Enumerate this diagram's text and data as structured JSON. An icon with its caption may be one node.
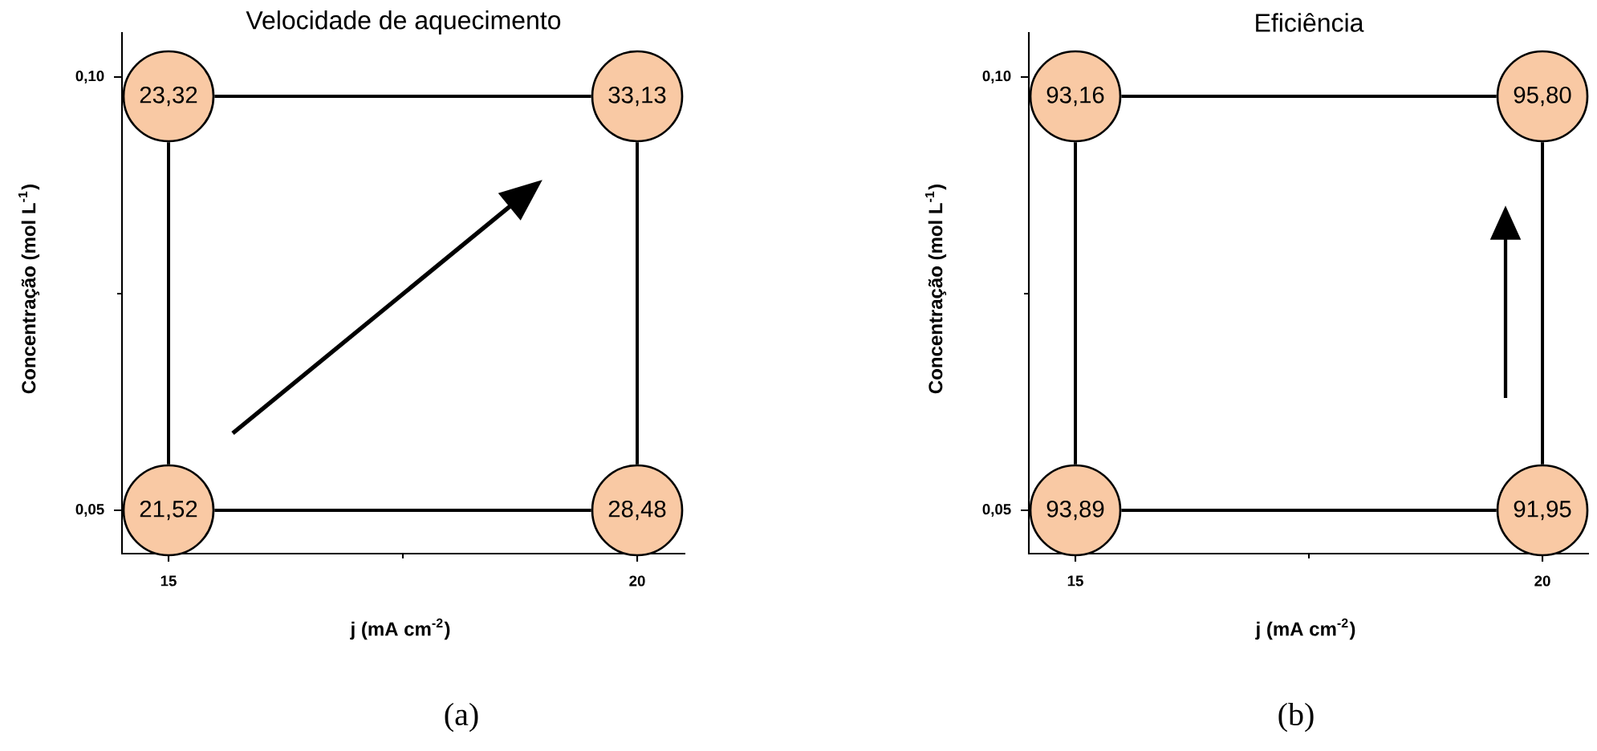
{
  "diagram": {
    "nodes": [
      {
        "text": [
          "23,32"
        ]
      },
      {
        "text": [
          "33,13"
        ]
      },
      {
        "text": [
          "21,52"
        ]
      },
      {
        "text": [
          "28,48"
        ]
      },
      {
        "text": [
          "93,16"
        ]
      },
      {
        "text": [
          "95,80"
        ]
      },
      {
        "text": [
          "93,89"
        ]
      },
      {
        "text": [
          "91,95"
        ]
      }
    ],
    "edges": [
      {
        "from": 0,
        "to": 1,
        "arrow": "none"
      },
      {
        "from": 0,
        "to": 2,
        "arrow": "none"
      },
      {
        "from": 1,
        "to": 3,
        "arrow": "none"
      },
      {
        "from": 2,
        "to": 3,
        "arrow": "none"
      },
      {
        "from": 4,
        "to": 5,
        "arrow": "none"
      },
      {
        "from": 4,
        "to": 6,
        "arrow": "none"
      },
      {
        "from": 5,
        "to": 7,
        "arrow": "none"
      },
      {
        "from": 6,
        "to": 7,
        "arrow": "none"
      }
    ],
    "labels": [
      "Velocidade de aquecimento",
      "0,10",
      "Concentração (mol L$^{-1}$)",
      "0,05",
      "15",
      "20",
      "j (mA cm$^{-2}$)",
      "(a)",
      "Eficiência",
      "0,10",
      "Concentração (mol L$^{-1}$)",
      "0,05",
      "15",
      "20",
      "j (mA cm$^{-2}$)",
      "(b)"
    ]
  }
}
